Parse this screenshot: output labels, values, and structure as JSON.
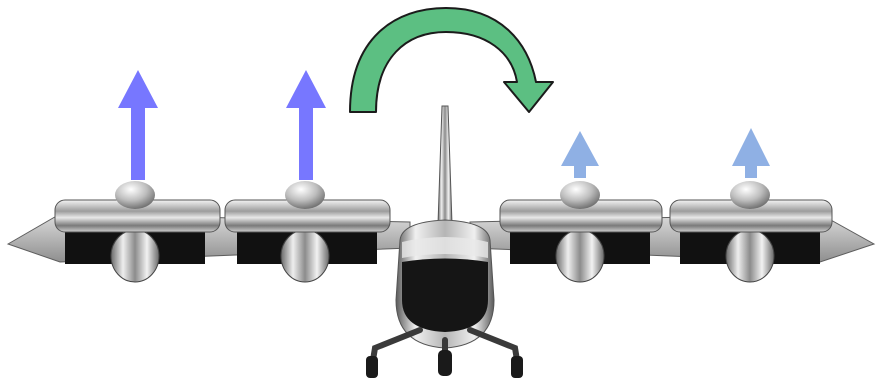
{
  "diagram": {
    "subject": "evtol-aircraft-front-view",
    "colors": {
      "strong_lift_arrow": "#7777ff",
      "weak_lift_arrow": "#8fb0e4",
      "roll_moment_arrow": "#5cbf82",
      "roll_moment_outline": "#1b1b1b",
      "fuselage_dark": "#151515",
      "metal_light": "#e6e6e6",
      "metal_mid": "#a9a9a9",
      "metal_dark": "#4a4a4a"
    },
    "lift_arrows": [
      {
        "side": "left",
        "rotor": "outer-left",
        "magnitude": "large"
      },
      {
        "side": "left",
        "rotor": "inner-left",
        "magnitude": "large"
      },
      {
        "side": "right",
        "rotor": "inner-right",
        "magnitude": "small"
      },
      {
        "side": "right",
        "rotor": "outer-right",
        "magnitude": "small"
      }
    ],
    "roll_moment": {
      "direction": "clockwise",
      "icon": "curved-arrow-icon"
    }
  }
}
